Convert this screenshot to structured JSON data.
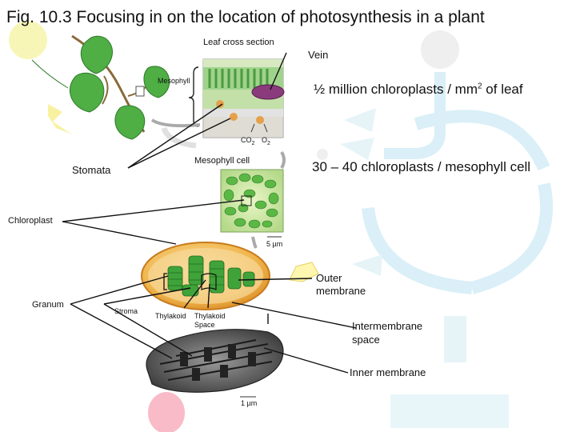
{
  "title": "Fig. 10.3 Focusing in on the location of photosynthesis in a plant",
  "labels": {
    "leaf_cross_section": "Leaf cross section",
    "vein": "Vein",
    "mesophyll": "Mesophyll",
    "half_million_prefix": "½ million chloroplasts / mm",
    "half_million_exp": "2",
    "half_million_suffix": " of leaf",
    "co2_main": "CO",
    "co2_sub": "2",
    "o2_main": "O",
    "o2_sub": "2",
    "mesophyll_cell": "Mesophyll cell",
    "stomata": "Stomata",
    "chloroplasts_per_cell": "30 – 40 chloroplasts / mesophyll cell",
    "chloroplast": "Chloroplast",
    "scale_5um": "5 µm",
    "outer_membrane_1": "Outer",
    "outer_membrane_2": "membrane",
    "granum": "Granum",
    "stroma": "Stroma",
    "thylakoid": "Thylakoid",
    "thylakoid_space_1": "Thylakoid",
    "thylakoid_space_2": "Space",
    "intermembrane_1": "Intermembrane",
    "intermembrane_2": "space",
    "inner_membrane": "Inner membrane",
    "scale_1um": "1 µm"
  },
  "colors": {
    "leaf_green": "#4fae44",
    "chloroplast_green": "#3fa33a",
    "envelope_orange": "#e8a436",
    "faded_blue": "#d6eef6",
    "em_gray": "#5a5a5a",
    "sun_yellow": "#f6f2a0",
    "pink": "#f7a6b6"
  }
}
